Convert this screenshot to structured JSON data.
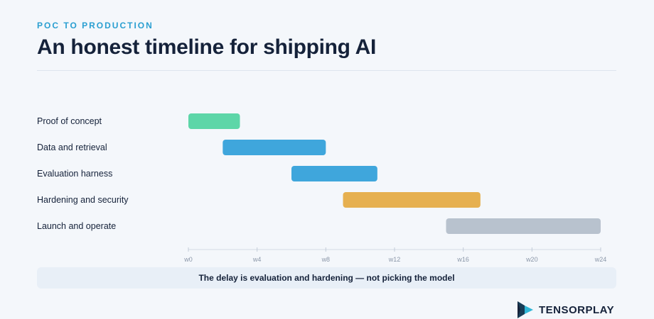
{
  "header": {
    "eyebrow": "POC TO PRODUCTION",
    "title": "An honest timeline for shipping AI"
  },
  "chart_data": {
    "type": "gantt",
    "tasks": [
      {
        "name": "Proof of concept",
        "start": 0,
        "end": 3,
        "color": "#5dd6a8"
      },
      {
        "name": "Data and retrieval",
        "start": 2,
        "end": 8,
        "color": "#3fa6dc"
      },
      {
        "name": "Evaluation harness",
        "start": 6,
        "end": 11,
        "color": "#3fa6dc"
      },
      {
        "name": "Hardening and security",
        "start": 9,
        "end": 17,
        "color": "#e6b050"
      },
      {
        "name": "Launch and operate",
        "start": 15,
        "end": 24,
        "color": "#b8c2ce"
      }
    ],
    "x_ticks": [
      {
        "value": 0,
        "label": "w0"
      },
      {
        "value": 4,
        "label": "w4"
      },
      {
        "value": 8,
        "label": "w8"
      },
      {
        "value": 12,
        "label": "w12"
      },
      {
        "value": 16,
        "label": "w16"
      },
      {
        "value": 20,
        "label": "w20"
      },
      {
        "value": 24,
        "label": "w24"
      }
    ],
    "xlim": [
      0,
      24
    ],
    "grid": false
  },
  "callout": {
    "text": "The delay is evaluation and hardening — not picking the model"
  },
  "brand": {
    "name": "TENSORPLAY",
    "logo_icon": "play-triangle-icon",
    "colors": {
      "dark": "#15223a",
      "accent": "#2fb6d6"
    }
  }
}
